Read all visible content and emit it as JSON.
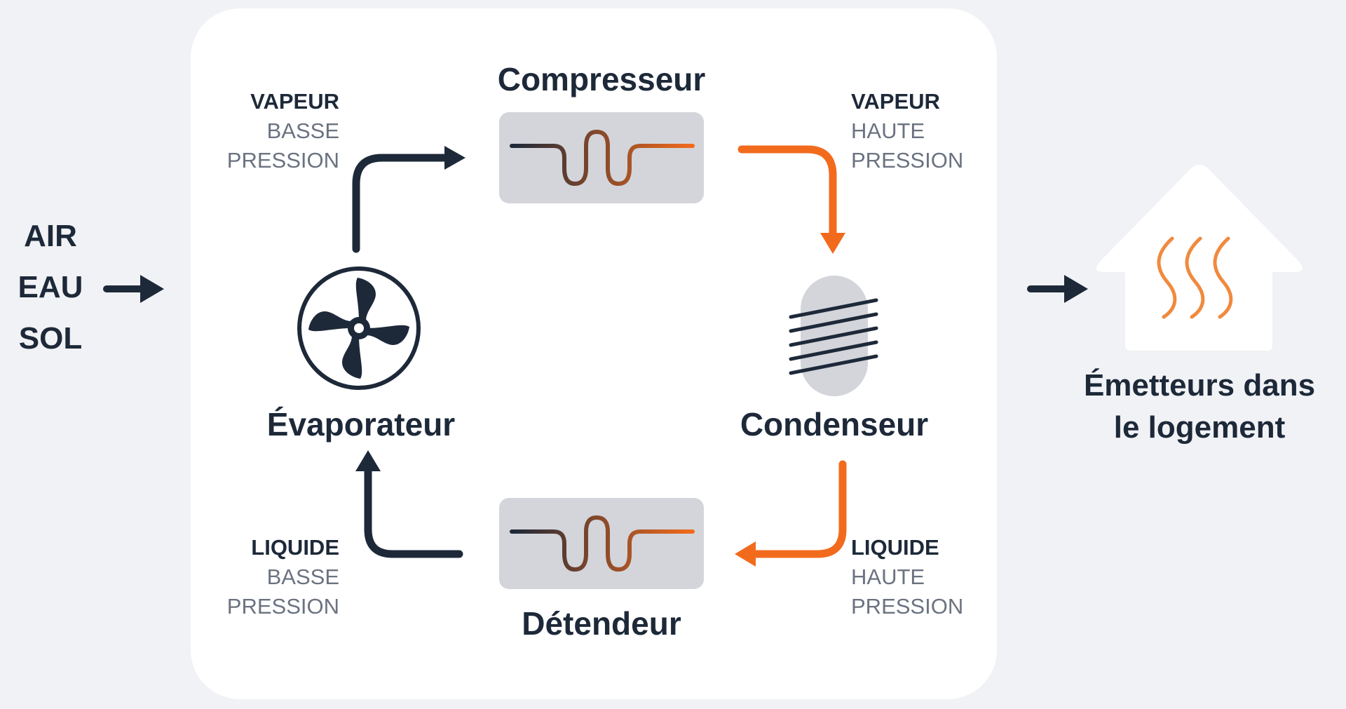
{
  "sources": [
    "AIR",
    "EAU",
    "SOL"
  ],
  "components": {
    "compressor": "Compresseur",
    "condenser": "Condenseur",
    "expansion_valve": "Détendeur",
    "evaporator": "Évaporateur"
  },
  "states": {
    "top_left": {
      "strong": "VAPEUR",
      "line1": "BASSE",
      "line2": "PRESSION"
    },
    "top_right": {
      "strong": "VAPEUR",
      "line1": "HAUTE",
      "line2": "PRESSION"
    },
    "bottom_left": {
      "strong": "LIQUIDE",
      "line1": "BASSE",
      "line2": "PRESSION"
    },
    "bottom_right": {
      "strong": "LIQUIDE",
      "line1": "HAUTE",
      "line2": "PRESSION"
    }
  },
  "emitters": {
    "line1": "Émetteurs dans",
    "line2": "le logement"
  },
  "colors": {
    "dark": "#1d2939",
    "orange": "#f26b1d",
    "box_gray": "#d3d5da",
    "card": "#ffffff",
    "background": "#f1f2f5"
  },
  "icons": [
    "fan-icon",
    "coil-icon",
    "house-icon",
    "heat-waves-icon",
    "arrow-icon",
    "wave-pipe-icon"
  ]
}
